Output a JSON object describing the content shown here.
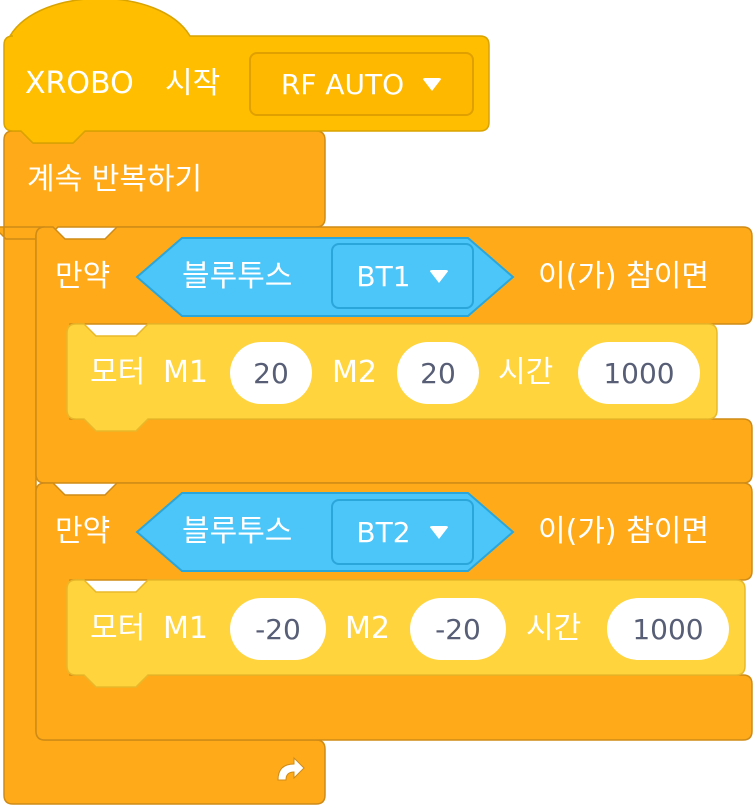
{
  "colors": {
    "hat": "#FFBF00",
    "control": "#FFAB19",
    "motor": "#FFD43D",
    "sensor": "#4CC5F8"
  },
  "hat": {
    "label1": "XROBO",
    "label2": "시작",
    "mode": "RF AUTO"
  },
  "forever": {
    "label": "계속 반복하기",
    "loop_icon": "loop-arrow-icon"
  },
  "ifs": [
    {
      "if_label": "만약",
      "sensor_label": "블루투스",
      "sensor_value": "BT1",
      "then_label": "이(가) 참이면",
      "motor": {
        "label": "모터",
        "m1_label": "M1",
        "m1": "20",
        "m2_label": "M2",
        "m2": "20",
        "time_label": "시간",
        "time": "1000"
      }
    },
    {
      "if_label": "만약",
      "sensor_label": "블루투스",
      "sensor_value": "BT2",
      "then_label": "이(가) 참이면",
      "motor": {
        "label": "모터",
        "m1_label": "M1",
        "m1": "-20",
        "m2_label": "M2",
        "m2": "-20",
        "time_label": "시간",
        "time": "1000"
      }
    }
  ]
}
